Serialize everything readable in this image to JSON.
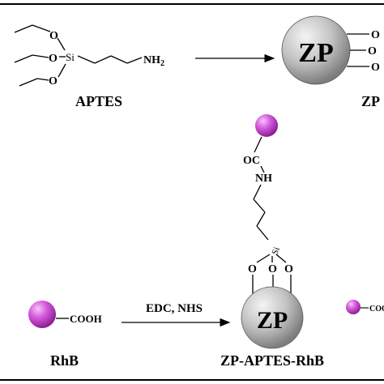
{
  "scheme": {
    "step1": {
      "aptes_label": "APTES",
      "atoms": {
        "si": "Si",
        "o": "O",
        "nh2": "NH",
        "nh2_sub": "2"
      },
      "zp_core": "ZP",
      "zp_o_labels": [
        "O",
        "O",
        "O"
      ],
      "product_label_partial": "ZP"
    },
    "step2": {
      "rhb_label": "RhB",
      "rhb_group": "COOH",
      "reagents": "EDC, NHS",
      "zp_core": "ZP",
      "linker": {
        "oc": "OC",
        "nh": "NH",
        "si": "Si",
        "o_labels": [
          "O",
          "O",
          "O"
        ]
      },
      "product_label": "ZP-APTES-RhB",
      "side_product_group": "COOH"
    },
    "colors": {
      "sphere_gray": "#b9b9b9",
      "sphere_pink": "#d04fd8",
      "ink": "#000000",
      "background": "#ffffff"
    }
  }
}
